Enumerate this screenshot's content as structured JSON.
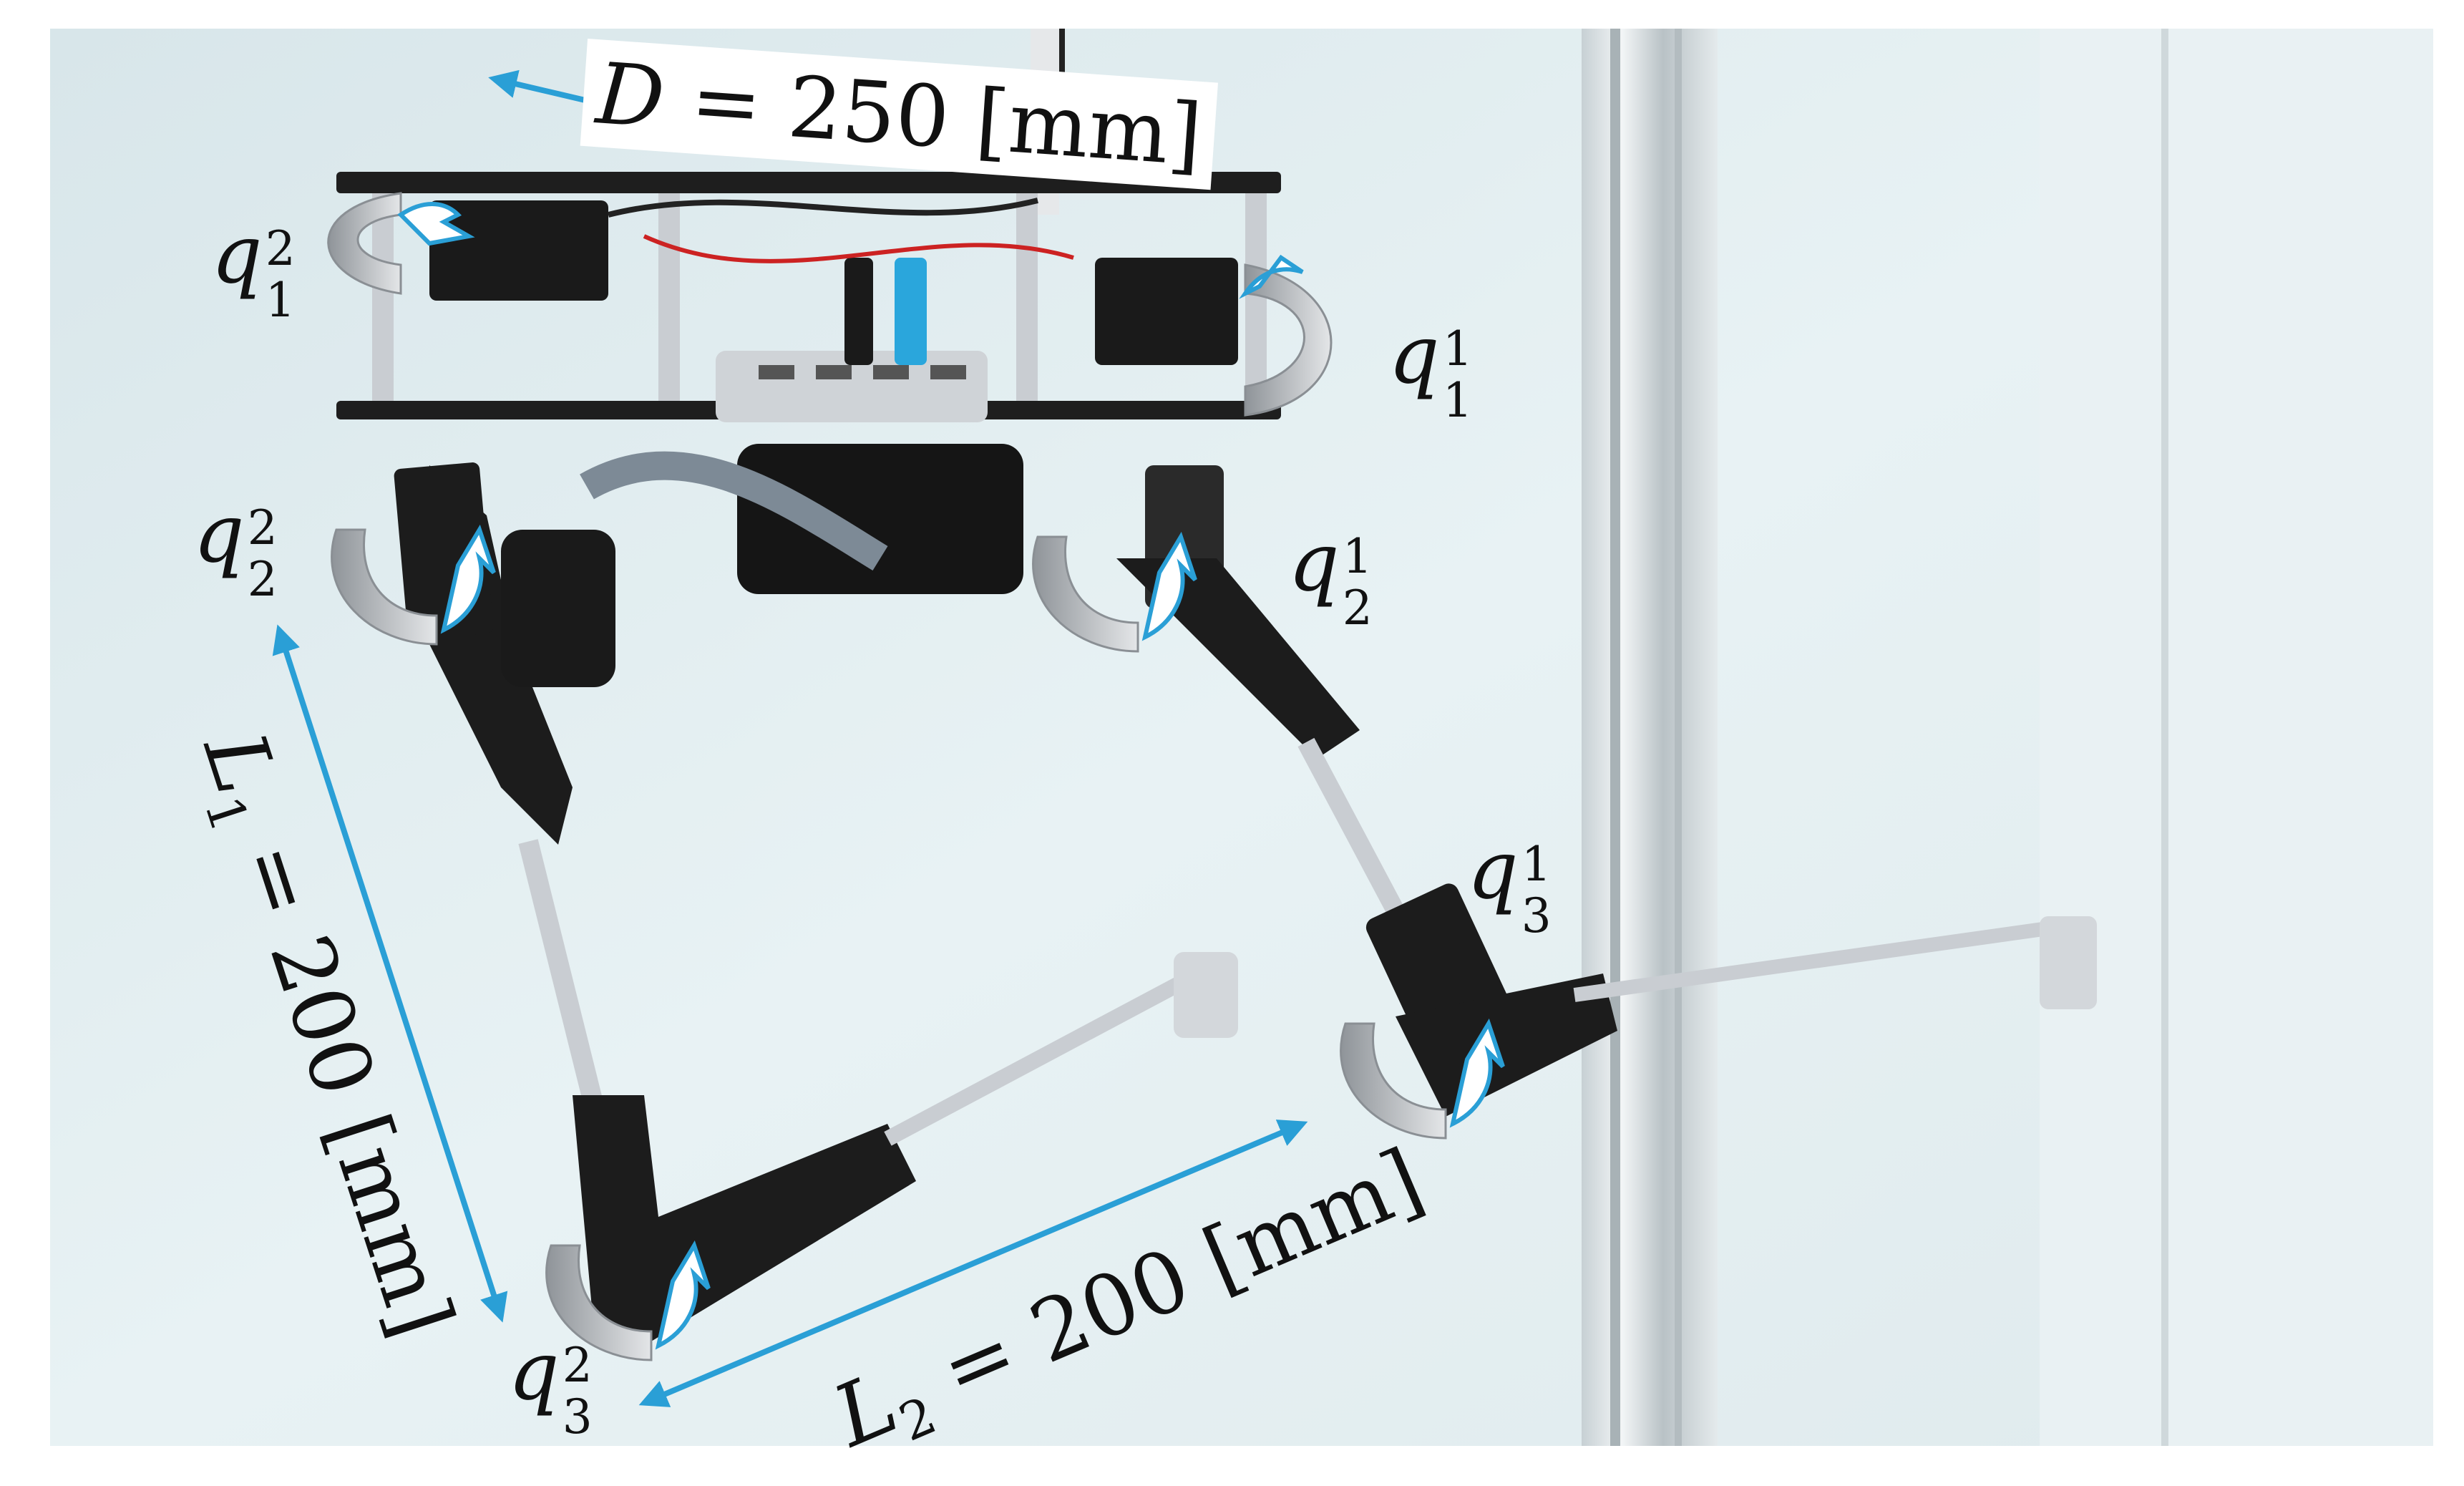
{
  "labels": {
    "D_var": "D",
    "D_value": " = 250 [mm]",
    "L1_var": "L",
    "L1_sub": "1",
    "L1_value": " = 200 [mm]",
    "L2_var": "L",
    "L2_sub": "2",
    "L2_value": " = 200 [mm]",
    "q": "q",
    "q11_sub": "1",
    "q11_sup": "1",
    "q12_sub": "1",
    "q12_sup": "2",
    "q21_sub": "2",
    "q21_sup": "1",
    "q22_sub": "2",
    "q22_sup": "2",
    "q31_sub": "3",
    "q31_sup": "1",
    "q32_sub": "3",
    "q32_sup": "2"
  },
  "colors": {
    "arrow_blue": "#2a9fd6",
    "rotation_gray": "#b9bcbf",
    "carbon": "#1c1c1c",
    "aluminum": "#c9cdd2",
    "wall": "#e3eef1"
  }
}
